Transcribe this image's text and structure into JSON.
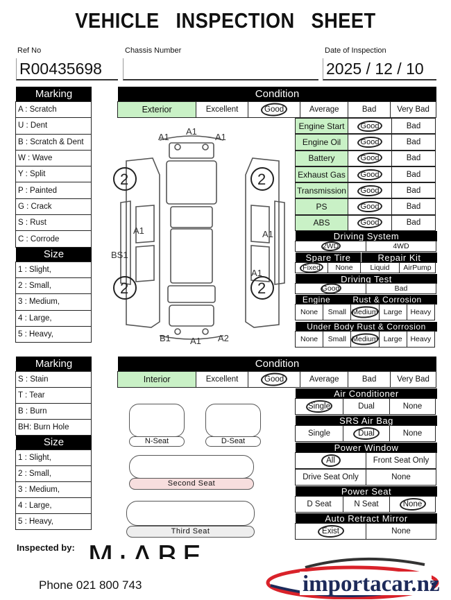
{
  "title": "VEHICLE INSPECTION SHEET",
  "ref": {
    "label": "Ref No",
    "value": "R00435698"
  },
  "chassis": {
    "label": "Chassis Number",
    "value": ""
  },
  "date": {
    "label": "Date of Inspection",
    "value": "2025 / 12 / 10"
  },
  "marking1": {
    "header": "Marking",
    "items": [
      "A : Scratch",
      "U : Dent",
      "B : Scratch & Dent",
      "W : Wave",
      "Y : Split",
      "P : Painted",
      "G : Crack",
      "S : Rust",
      "C : Corrode"
    ],
    "size_header": "Size",
    "sizes": [
      "1 : Slight,",
      "2 : Small,",
      "3 : Medium,",
      "4 : Large,",
      "5 : Heavy,"
    ]
  },
  "condition1": {
    "header": "Condition",
    "area": "Exterior",
    "grades": [
      "Excellent",
      "Good",
      "Average",
      "Bad",
      "Very Bad"
    ],
    "selected": "Good"
  },
  "mech": [
    {
      "label": "Engine Start",
      "good": "Good",
      "bad": "Bad"
    },
    {
      "label": "Engine Oil",
      "good": "Good",
      "bad": "Bad"
    },
    {
      "label": "Battery",
      "good": "Good",
      "bad": "Bad"
    },
    {
      "label": "Exhaust Gas",
      "good": "Good",
      "bad": "Bad"
    },
    {
      "label": "Transmission",
      "good": "Good",
      "bad": "Bad"
    },
    {
      "label": "PS",
      "good": "Good",
      "bad": "Bad"
    },
    {
      "label": "ABS",
      "good": "Good",
      "bad": "Bad"
    }
  ],
  "drive_system": {
    "header": "Driving System",
    "options": [
      "2WD",
      "4WD"
    ],
    "selected": "2WD"
  },
  "spare_tire": {
    "header": "Spare Tire",
    "options": [
      "Fixed",
      "None"
    ],
    "selected": "Fixed"
  },
  "repair_kit": {
    "header": "Repair Kit",
    "options": [
      "Liquid",
      "AirPump"
    ]
  },
  "driving_test": {
    "header": "Driving Test",
    "options": [
      "Good",
      "Bad"
    ],
    "selected": "Good"
  },
  "engine_rust": {
    "header_left": "Engine",
    "header_right": "Rust & Corrosion",
    "options": [
      "None",
      "Small",
      "Medium",
      "Large",
      "Heavy"
    ],
    "selected": "Medium"
  },
  "underbody": {
    "header": "Under Body Rust & Corrosion",
    "options": [
      "None",
      "Small",
      "Medium",
      "Large",
      "Heavy"
    ],
    "selected": "Medium"
  },
  "diagram_marks": {
    "top1": "A1",
    "top2": "A1",
    "top3": "A1",
    "left": "A1",
    "right": "A1",
    "bs": "BS1",
    "rear_right": "A1",
    "bot1": "B1",
    "bot2": "A1",
    "bot3": "A2",
    "tire": "2"
  },
  "marking2": {
    "header": "Marking",
    "items": [
      "S : Stain",
      "T : Tear",
      "B : Burn",
      "BH: Burn Hole"
    ],
    "size_header": "Size",
    "sizes": [
      "1 : Slight,",
      "2 : Small,",
      "3 : Medium,",
      "4 : Large,",
      "5 : Heavy,"
    ]
  },
  "condition2": {
    "header": "Condition",
    "area": "Interior",
    "grades": [
      "Excellent",
      "Good",
      "Average",
      "Bad",
      "Very Bad"
    ],
    "selected": "Good"
  },
  "seats": {
    "n": "N-Seat",
    "d": "D-Seat",
    "second": "Second Seat",
    "third": "Third Seat"
  },
  "aircon": {
    "header": "Air Conditioner",
    "options": [
      "Single",
      "Dual",
      "None"
    ],
    "selected": "Single"
  },
  "srs": {
    "header": "SRS Air Bag",
    "options": [
      "Single",
      "Dual",
      "None"
    ],
    "selected": "Dual"
  },
  "power_window": {
    "header": "Power Window",
    "options": [
      "All",
      "Front Seat Only",
      "Drive Seat Only",
      "None"
    ],
    "selected": "All"
  },
  "power_seat": {
    "header": "Power Seat",
    "options": [
      "D Seat",
      "N Seat",
      "None"
    ],
    "selected": "None"
  },
  "mirror": {
    "header": "Auto Retract Mirror",
    "options": [
      "Exist",
      "None"
    ],
    "selected": "Exist"
  },
  "inspected_by": {
    "label": "Inspected by:",
    "signature": "M·ABE"
  },
  "phone": "Phone  021 800 743",
  "logo": "importacar.nz",
  "colors": {
    "green": "#c9f1c6",
    "header": "#000000",
    "seat_pink": "#f7dede",
    "logo_red": "#d9222a",
    "logo_navy": "#1d2a5a"
  }
}
